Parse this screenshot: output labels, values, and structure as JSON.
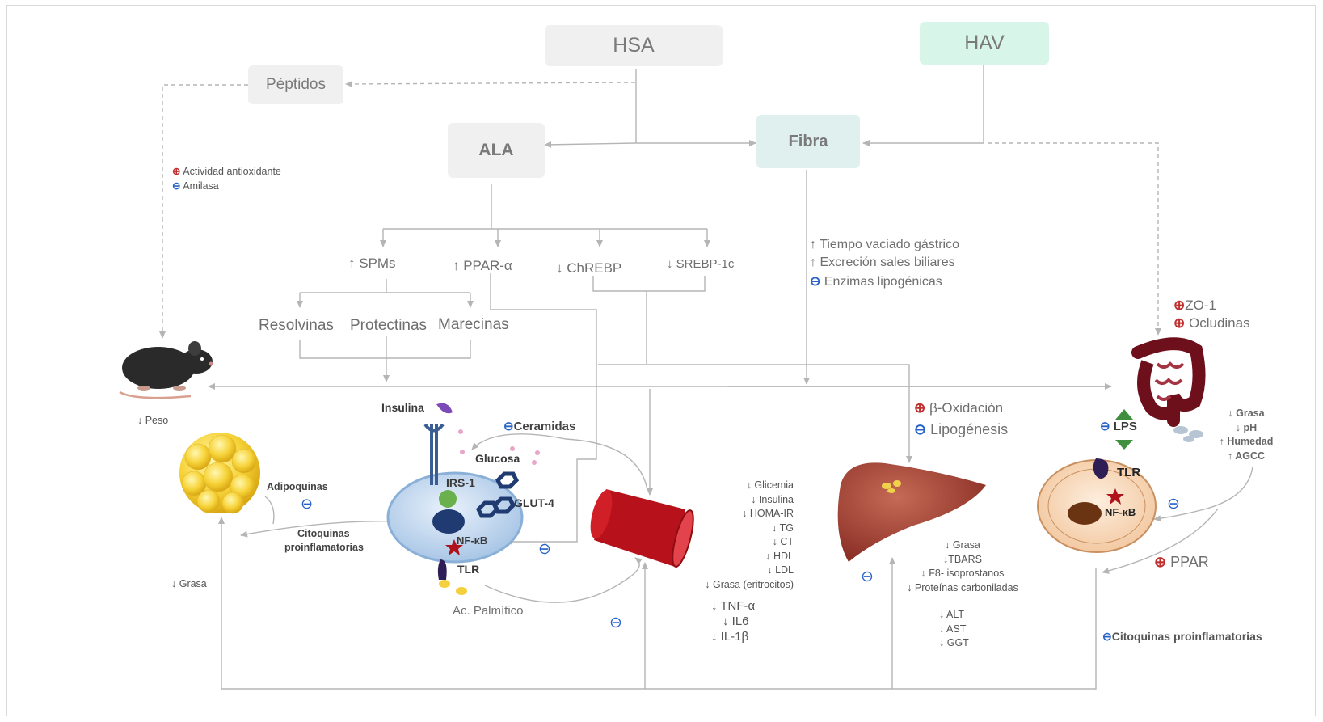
{
  "colors": {
    "box_gray": "#f0f0f0",
    "box_teal": "#dff0ee",
    "box_mint": "#d8f5ea",
    "increase_symbol": "#c0302f",
    "decrease_symbol": "#2864c8",
    "arrow": "#b5b5b5"
  },
  "boxes": {
    "hsa": "HSA",
    "hav": "HAV",
    "peptidos": "Péptidos",
    "ala": "ALA",
    "fibra": "Fibra"
  },
  "symbols": {
    "increase": "⊕",
    "decrease": "⊖",
    "up": "↑",
    "down": "↓"
  },
  "peptidos_effects": {
    "antioxidant": "Actividad antioxidante",
    "amylase": "Amilasa"
  },
  "ala_targets": {
    "spms": "↑ SPMs",
    "ppar_alpha": "↑ PPAR-α",
    "chrebp": "↓ ChREBP",
    "srebp": "↓ SREBP-1c"
  },
  "spm_types": {
    "resolvinas": "Resolvinas",
    "protectinas": "Protectinas",
    "marecinas": "Marecinas"
  },
  "fibra_effects": [
    "↑ Tiempo vaciado gástrico",
    "↑ Excreción sales biliares",
    "Enzimas lipogénicas"
  ],
  "gut_barrier": [
    "ZO-1",
    "Ocludinas"
  ],
  "mouse": {
    "weight": "↓ Peso"
  },
  "adipose": {
    "adipoquinas": "Adipoquinas",
    "citoquinas_line1": "Citoquinas",
    "citoquinas_line2": "proinflamatorias",
    "grasa": "↓ Grasa"
  },
  "cell": {
    "insulina": "Insulina",
    "ceramidas": "Ceramidas",
    "glucosa": "Glucosa",
    "irs1": "IRS-1",
    "glut4": "GLUT-4",
    "nfkb": "NF-κB",
    "tlr": "TLR",
    "palmitico": "Ac. Palmítico"
  },
  "blood_markers": [
    "↓ Glicemia",
    "↓ Insulina",
    "↓ HOMA-IR",
    "↓ TG",
    "↓ CT",
    "↓ HDL",
    "↓ LDL",
    "↓ Grasa (eritrocitos)"
  ],
  "blood_cytokines": [
    "↓ TNF-α",
    "↓ IL6",
    "↓ IL-1β"
  ],
  "liver": {
    "beta_ox": "β-Oxidación",
    "lipogenesis": "Lipogénesis",
    "markers": [
      "↓ Grasa",
      "↓TBARS",
      "↓ F8- isoprostanos",
      "↓ Proteínas carboniladas"
    ],
    "enzymes": [
      "↓ ALT",
      "↓ AST",
      "↓ GGT"
    ]
  },
  "gut": {
    "lps": "LPS",
    "effects": [
      "↓ Grasa",
      "↓ pH",
      "↑ Humedad",
      "↑ AGCC"
    ],
    "tlr": "TLR",
    "nfkb": "NF-κB",
    "ppar": "PPAR",
    "citoquinas": "Citoquinas proinflamatorias"
  }
}
